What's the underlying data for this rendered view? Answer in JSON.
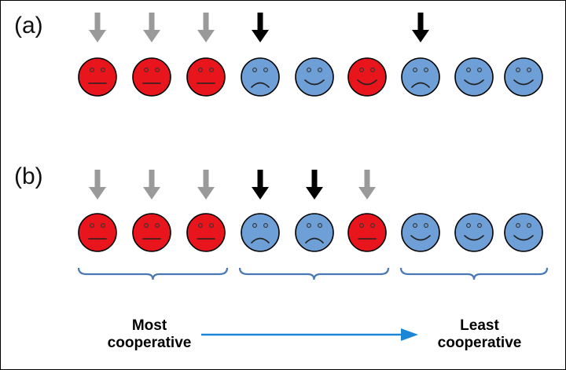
{
  "panels": [
    {
      "label": "(a)",
      "faces": [
        "neutral",
        "neutral",
        "neutral",
        "sad",
        "happy",
        "happy",
        "sad",
        "happy",
        "happy"
      ],
      "arrows": [
        "gray",
        "gray",
        "gray",
        "black",
        null,
        null,
        "black",
        null,
        null
      ]
    },
    {
      "label": "(b)",
      "faces": [
        "neutral",
        "neutral",
        "neutral",
        "sad",
        "sad",
        "neutral",
        "happy",
        "happy",
        "happy"
      ],
      "arrows": [
        "gray",
        "gray",
        "gray",
        "black",
        "black",
        "gray",
        null,
        null,
        null
      ]
    }
  ],
  "face_colors": {
    "neutral": "#e8161c",
    "sad": "#6e9fd6",
    "happy": "#6e9fd6",
    "red_happy_index_a": 5
  },
  "special_faces": [
    {
      "panel": 0,
      "index": 5,
      "color": "#e8161c"
    }
  ],
  "arrow_colors": {
    "gray": "#9a9a9a",
    "black": "#000000"
  },
  "brace_color": "#4a78b4",
  "axis_arrow_color": "#1b86d6",
  "captions": {
    "left_line1": "Most",
    "left_line2": "cooperative",
    "right_line1": "Least",
    "right_line2": "cooperative"
  }
}
